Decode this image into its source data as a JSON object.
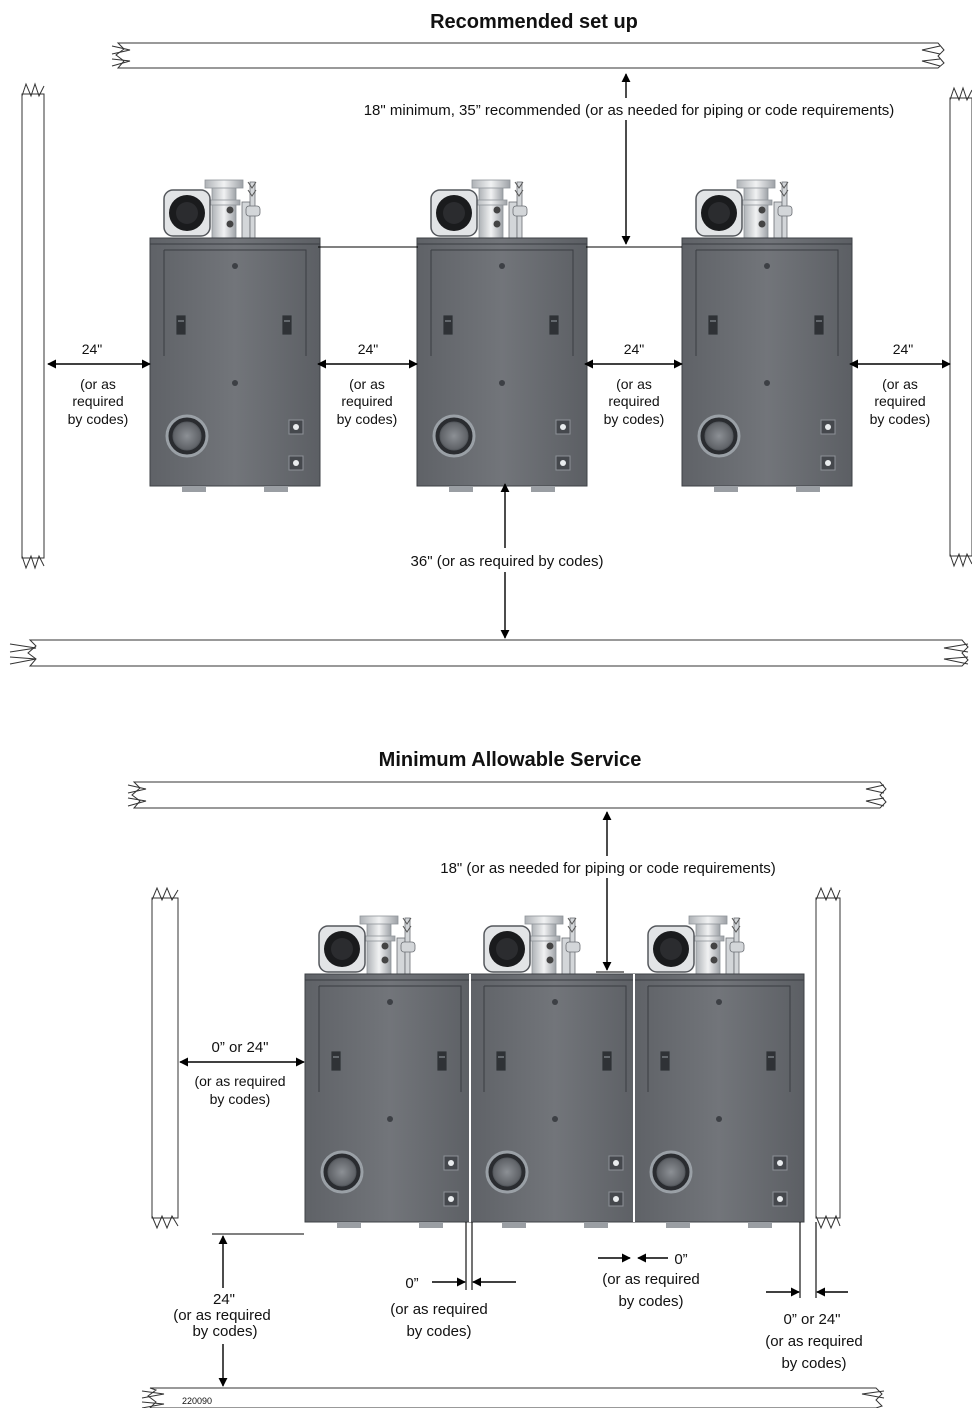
{
  "top": {
    "title": "Recommended set up",
    "clearance_top": "18\" minimum, 35” recommended (or as needed for piping or code requirements)",
    "side_clearance": {
      "value": "24\"",
      "line1": "(or as",
      "line2": "required",
      "line3": "by codes)"
    },
    "clearance_bottom": "36\" (or as required by codes)"
  },
  "bottom": {
    "title": "Minimum Allowable Service",
    "clearance_top": "18\" (or as needed for piping or code requirements)",
    "left_side": {
      "value": "0” or 24\"",
      "line1": "(or as required",
      "line2": "by codes)"
    },
    "front": {
      "value": "24\"",
      "line1": "(or as required",
      "line2": "by codes)"
    },
    "gap_1": {
      "value": "0”",
      "line1": "(or as required",
      "line2": "by codes)"
    },
    "gap_2": {
      "value": "0”",
      "line1": "(or as required",
      "line2": "by codes)"
    },
    "right_side": {
      "value": "0” or  24\"",
      "line1": "(or as required",
      "line2": "by codes)"
    },
    "drawing_number": "220090"
  },
  "colors": {
    "boiler_body": "#6d7075",
    "wall_fill": "#d9d9d9",
    "line": "#000000"
  }
}
